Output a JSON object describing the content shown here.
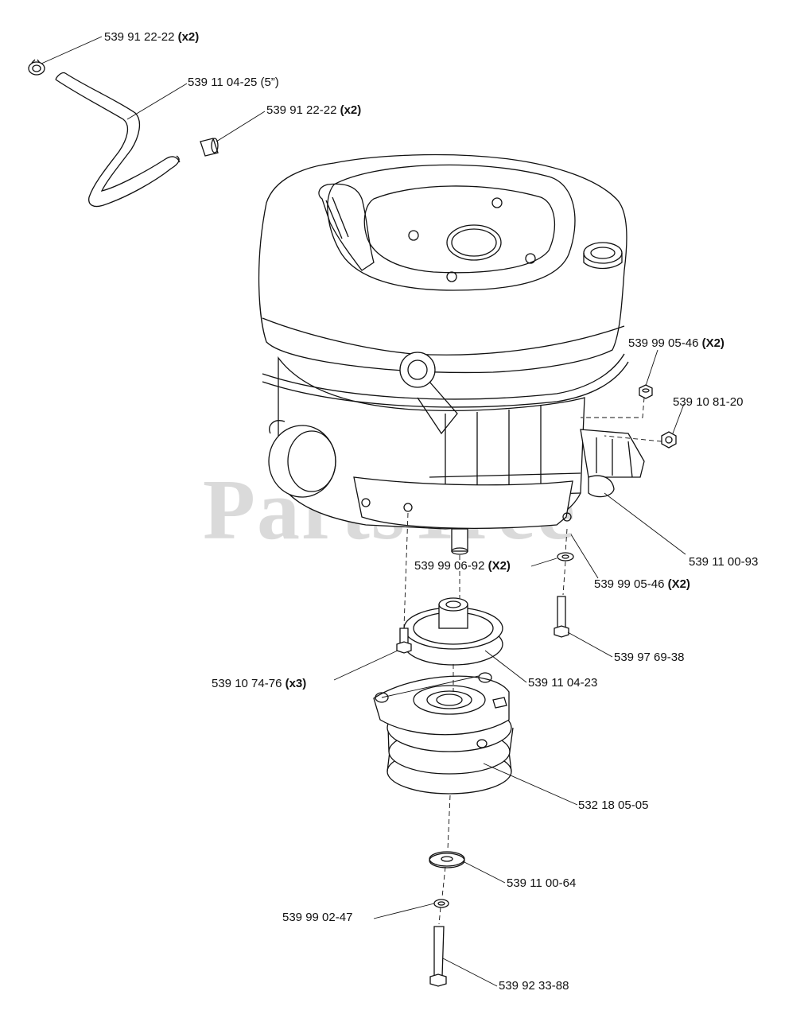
{
  "watermark": "PartsTree",
  "callouts": [
    {
      "id": "c1",
      "part": "539 91 22-22",
      "qty": "(x2)"
    },
    {
      "id": "c2",
      "part": "539 11 04-25 (5”)",
      "qty": ""
    },
    {
      "id": "c3",
      "part": "539 91 22-22",
      "qty": "(x2)"
    },
    {
      "id": "c4",
      "part": "539 99 05-46",
      "qty": "(X2)"
    },
    {
      "id": "c5",
      "part": "539 10 81-20",
      "qty": ""
    },
    {
      "id": "c6",
      "part": "539 11 00-93",
      "qty": ""
    },
    {
      "id": "c7",
      "part": "539 99 06-92",
      "qty": "(X2)"
    },
    {
      "id": "c8",
      "part": "539 99 05-46",
      "qty": "(X2)"
    },
    {
      "id": "c9",
      "part": "539 97 69-38",
      "qty": ""
    },
    {
      "id": "c10",
      "part": "539 11 04-23",
      "qty": ""
    },
    {
      "id": "c11",
      "part": "539 10 74-76",
      "qty": "(x3)"
    },
    {
      "id": "c12",
      "part": "532 18 05-05",
      "qty": ""
    },
    {
      "id": "c13",
      "part": "539 11 00-64",
      "qty": ""
    },
    {
      "id": "c14",
      "part": "539 99 02-47",
      "qty": ""
    },
    {
      "id": "c15",
      "part": "539 92 33-88",
      "qty": ""
    }
  ]
}
